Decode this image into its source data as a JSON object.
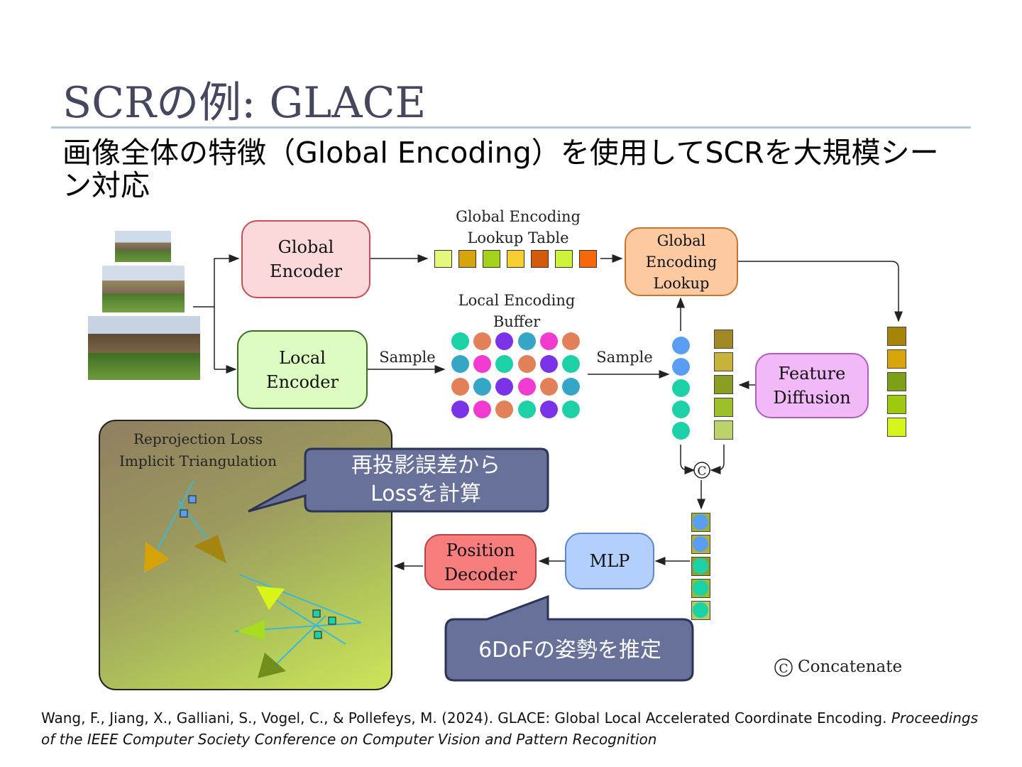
{
  "slide": {
    "title": "SCRの例: GLACE",
    "subtitle": "画像全体の特徴（Global Encoding）を使用してSCRを大規模シーン対応"
  },
  "diagram": {
    "global_encoder": "Global\nEncoder",
    "local_encoder": "Local\nEncoder",
    "global_lookup_table_label": "Global Encoding\nLookup  Table",
    "global_encoding_lookup": "Global\nEncoding\nLookup",
    "local_buffer_label": "Local Encoding\nBuffer",
    "sample_label_1": "Sample",
    "sample_label_2": "Sample",
    "feature_diffusion": "Feature\nDiffusion",
    "concat_symbol": "C",
    "mlp": "MLP",
    "position_decoder": "Position\nDecoder",
    "reprojection_text": "Reprojection Loss\nImplicit Triangulation",
    "legend": "Concatenate",
    "colors": {
      "global_encoder_fill": "#fbd9db",
      "global_encoder_border": "#c2505a",
      "local_encoder_fill": "#dcfcc2",
      "local_encoder_border": "#3e6a25",
      "lookup_fill": "#fcc9a0",
      "lookup_border": "#c9742e",
      "feature_diffusion_fill": "#f1b9f7",
      "mlp_fill": "#b3cffb",
      "position_decoder_fill": "#f87d7d",
      "callout_fill": "#67719a",
      "callout_border": "#2c3354"
    }
  },
  "callouts": {
    "reprojection": "再投影誤差から\nLossを計算",
    "pose": "6DoFの姿勢を推定"
  },
  "citation": {
    "main": "Wang, F., Jiang, X., Galliani, S., Vogel, C., & Pollefeys, M. (2024). GLACE: Global Local Accelerated Coordinate Encoding. ",
    "venue": "Proceedings of the IEEE Computer Society Conference on Computer Vision and Pattern Recognition"
  }
}
